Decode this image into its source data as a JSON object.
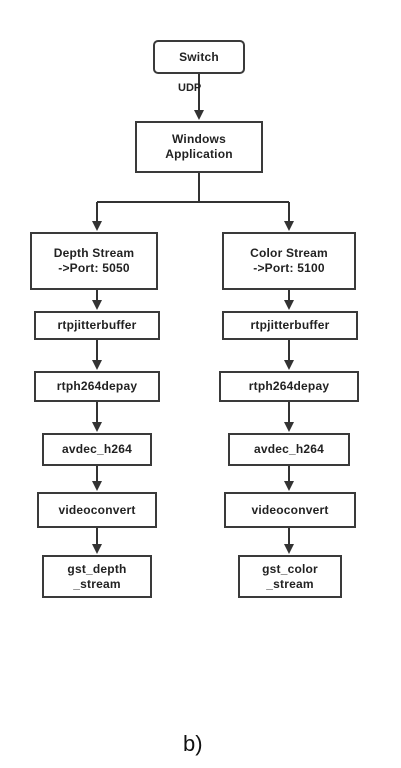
{
  "diagram": {
    "switch": "Switch",
    "edge_label": "UDP",
    "windows_app": {
      "line1": "Windows",
      "line2": "Application"
    },
    "left": {
      "stream": {
        "line1": "Depth Stream",
        "line2": "->Port: 5050"
      },
      "jitter": "rtpjitterbuffer",
      "depay": "rtph264depay",
      "dec": "avdec_h264",
      "convert": "videoconvert",
      "sink": {
        "line1": "gst_depth",
        "line2": "_stream"
      }
    },
    "right": {
      "stream": {
        "line1": "Color Stream",
        "line2": "->Port: 5100"
      },
      "jitter": "rtpjitterbuffer",
      "depay": "rtph264depay",
      "dec": "avdec_h264",
      "convert": "videoconvert",
      "sink": {
        "line1": "gst_color",
        "line2": "_stream"
      }
    }
  },
  "caption": "b)"
}
